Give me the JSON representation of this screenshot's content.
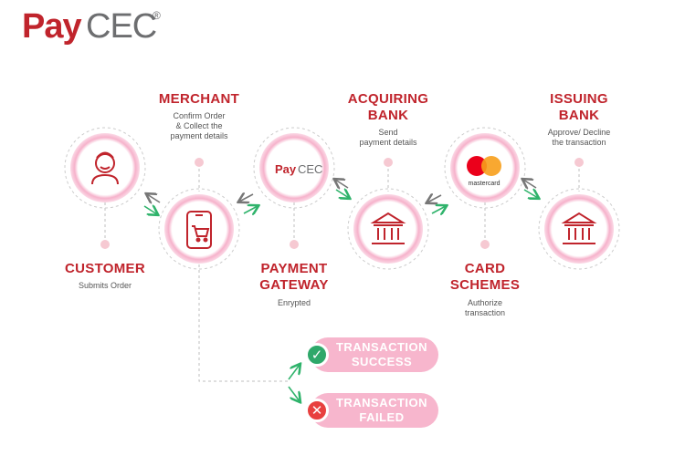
{
  "logo": {
    "pay": "Pay",
    "cec": "CEC",
    "reg": "®"
  },
  "nodes": {
    "customer": {
      "title": "CUSTOMER",
      "desc": "Submits Order"
    },
    "merchant": {
      "title": "MERCHANT",
      "desc": [
        "Confirm Order",
        "& Collect the",
        "payment details"
      ]
    },
    "gateway": {
      "title": [
        "PAYMENT",
        "GATEWAY"
      ],
      "desc": "Enrypted",
      "logo_pay": "Pay",
      "logo_cec": "CEC"
    },
    "acquiring": {
      "title": [
        "ACQUIRING",
        "BANK"
      ],
      "desc": [
        "Send",
        "payment details"
      ]
    },
    "schemes": {
      "title": [
        "CARD",
        "SCHEMES"
      ],
      "desc": [
        "Authorize",
        "transaction"
      ],
      "brand": "mastercard"
    },
    "issuing": {
      "title": [
        "ISSUING",
        "BANK"
      ],
      "desc": [
        "Approve/ Decline",
        "the transaction"
      ]
    }
  },
  "results": {
    "success": {
      "label": [
        "TRANSACTION",
        "SUCCESS"
      ],
      "icon": "check-icon",
      "color": "#2fa86a"
    },
    "failed": {
      "label": [
        "TRANSACTION",
        "FAILED"
      ],
      "icon": "cross-icon",
      "color": "#e8403f"
    }
  },
  "icons": {
    "customer": "person-icon",
    "merchant": "mobile-cart-icon",
    "gateway": "paycec-logo-icon",
    "acquiring": "bank-icon",
    "schemes": "mastercard-icon",
    "issuing": "bank-icon"
  },
  "colors": {
    "brand_red": "#c0242c",
    "ring_pink": "#f4a9c4",
    "arrow_green": "#2fb36b",
    "arrow_gray": "#777777",
    "dot_pink": "#f6c9d2"
  }
}
